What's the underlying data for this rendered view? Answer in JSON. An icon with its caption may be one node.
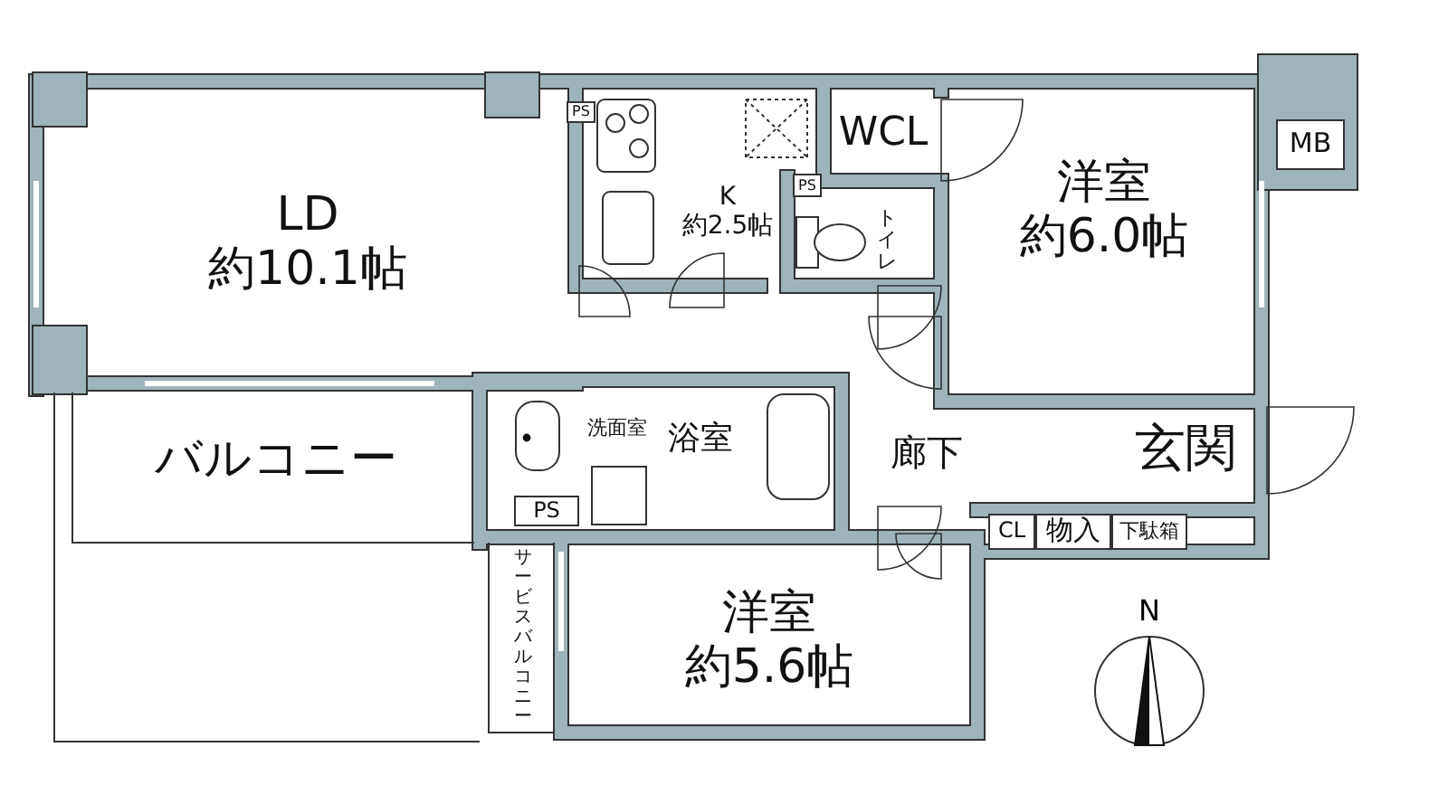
{
  "diagram": {
    "nodes": [
      {
        "text": [
          "LD",
          "約10.1帖"
        ]
      },
      {
        "text": [
          "PS"
        ]
      },
      {
        "text": [
          "K",
          "約2.5帖"
        ]
      },
      {
        "text": [
          "WCL"
        ]
      },
      {
        "text": [
          "PS"
        ]
      },
      {
        "text": [
          "トイレ"
        ]
      },
      {
        "text": [
          "洋室",
          "約6.0帖"
        ]
      },
      {
        "text": [
          "MB"
        ]
      },
      {
        "text": [
          "バルコニー"
        ]
      },
      {
        "text": [
          "洗面室"
        ]
      },
      {
        "text": [
          "浴室"
        ]
      },
      {
        "text": [
          "PS"
        ]
      },
      {
        "text": [
          "廊下"
        ]
      },
      {
        "text": [
          "玄関"
        ]
      },
      {
        "text": [
          "CL"
        ]
      },
      {
        "text": [
          "物入"
        ]
      },
      {
        "text": [
          "下駄箱"
        ]
      },
      {
        "text": [
          "サービスバルコニー"
        ]
      },
      {
        "text": [
          "洋室",
          "約5.6帖"
        ]
      }
    ],
    "labels": [
      "N"
    ]
  }
}
